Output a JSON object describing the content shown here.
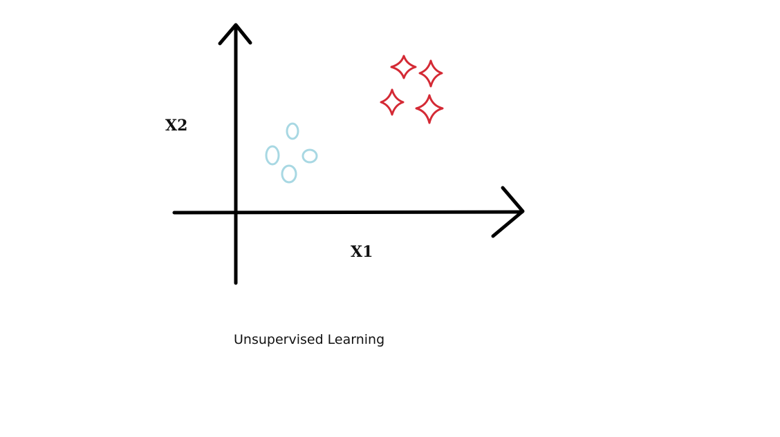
{
  "labels": {
    "x_axis": "X1",
    "y_axis": "X2",
    "caption": "Unsupervised Learning"
  },
  "colors": {
    "axis": "#000000",
    "cluster_circles": "#a8d8e3",
    "cluster_stars": "#d42a35",
    "text": "#111111"
  },
  "clusters": [
    {
      "marker": "ellipse",
      "count": 4
    },
    {
      "marker": "four-point-star",
      "count": 4
    }
  ]
}
